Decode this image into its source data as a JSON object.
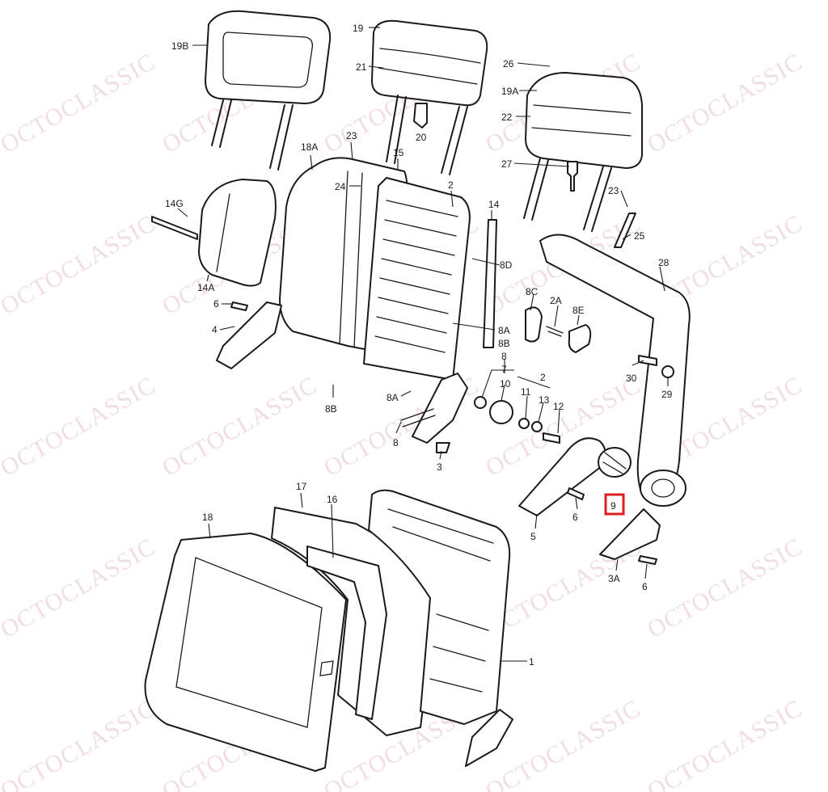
{
  "watermark": "OCTOCLASSIC",
  "highlighted_part": "9",
  "highlight_color": "#e01d1d",
  "line_color": "#1a1a1a",
  "callouts": [
    "19B",
    "19",
    "21",
    "20",
    "26",
    "19A",
    "22",
    "27",
    "23",
    "24",
    "18A",
    "15",
    "2",
    "14G",
    "14",
    "8D",
    "8C",
    "2A",
    "8E",
    "14A",
    "6",
    "4",
    "8A",
    "8B",
    "8",
    "7",
    "10",
    "11",
    "13",
    "12",
    "8A",
    "8",
    "8B",
    "3",
    "2",
    "28",
    "25",
    "23",
    "30",
    "29",
    "9",
    "5",
    "6",
    "3A",
    "6",
    "17",
    "16",
    "18",
    "1"
  ]
}
